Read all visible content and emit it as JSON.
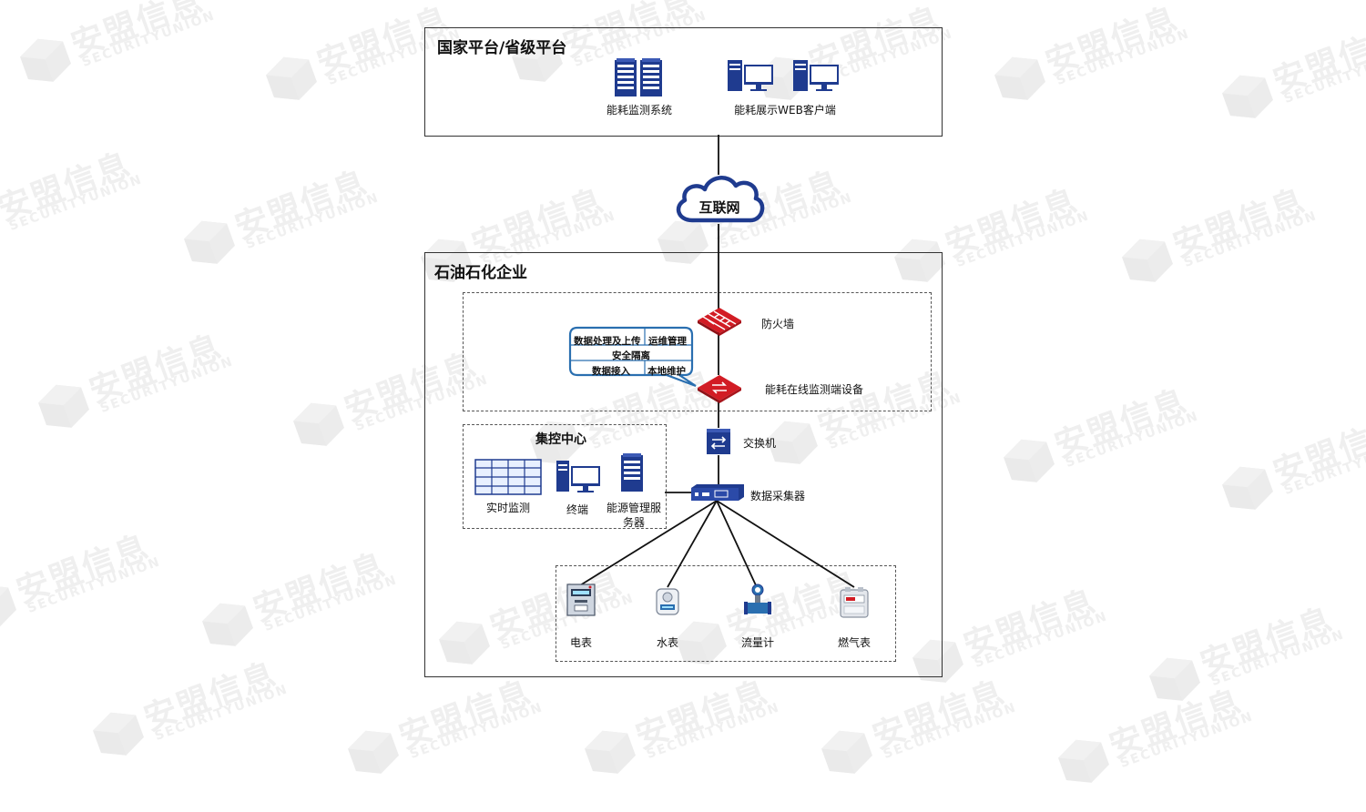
{
  "watermark": {
    "cn": "安盟信息",
    "en": "SECURITYUNION"
  },
  "national": {
    "title": "国家平台/省级平台",
    "monitor_system_label": "能耗监测系统",
    "web_client_label": "能耗展示WEB客户端"
  },
  "internet": {
    "label": "互联网"
  },
  "enterprise": {
    "title": "石油石化企业",
    "firewall_label": "防火墙",
    "edge_device_label": "能耗在线监测端设备",
    "callout": {
      "cell_upload": "数据处理及上传",
      "cell_ops": "运维管理",
      "cell_isolation": "安全隔离",
      "cell_access": "数据接入",
      "cell_local": "本地维护"
    },
    "switch_label": "交换机",
    "collector_label": "数据采集器",
    "control_center": {
      "title": "集控中心",
      "realtime_label": "实时监测",
      "terminal_label": "终端",
      "server_label_line1": "能源管理服",
      "server_label_line2": "务器"
    },
    "meters": {
      "electric": "电表",
      "water": "水表",
      "flow": "流量计",
      "gas": "燃气表"
    }
  },
  "colors": {
    "navy": "#1f3b8f",
    "red": "#d21c24",
    "line": "#111111"
  }
}
